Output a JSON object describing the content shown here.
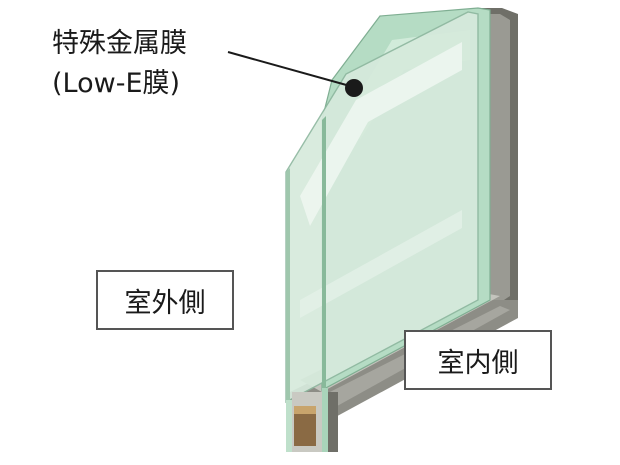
{
  "labels": {
    "coating_name": "特殊金属膜",
    "coating_subname": "(Low-E膜)",
    "outdoor_side": "室外側",
    "indoor_side": "室内側"
  },
  "colors": {
    "outer_glass": "#d6eadc",
    "inner_glass": "#b5dcc4",
    "frame_dark": "#6f6f68",
    "frame_light": "#b9b9b2",
    "spacer_wood": "#8a6a44",
    "leader_line": "#1a1a1a",
    "label_border": "#555555"
  }
}
